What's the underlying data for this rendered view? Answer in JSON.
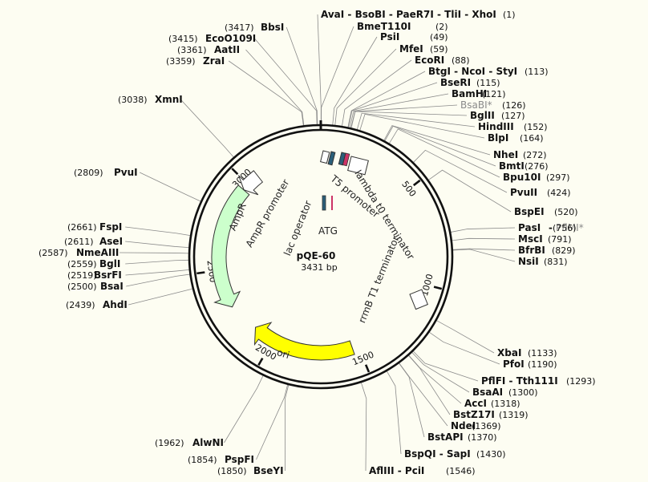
{
  "plasmid": {
    "name": "pQE-60",
    "size_label": "3431 bp",
    "length": 3431
  },
  "ticks": [
    {
      "label": "500",
      "bp": 500
    },
    {
      "label": "1000",
      "bp": 1000
    },
    {
      "label": "1500",
      "bp": 1500
    },
    {
      "label": "2000",
      "bp": 2000
    },
    {
      "label": "2500",
      "bp": 2500
    },
    {
      "label": "3000",
      "bp": 3000
    }
  ],
  "features": [
    {
      "label": "ori",
      "start": 1534,
      "end": 2123,
      "color": "#ffff00",
      "type": "arrow"
    },
    {
      "label": "AmpR",
      "start": 2291,
      "end": 2963,
      "color": "#ccffcc",
      "type": "arrow"
    },
    {
      "label": "AmpR promoter",
      "start": 2964,
      "end": 3069,
      "color": "#ffffff",
      "type": "arrow"
    },
    {
      "label": "T5 promoter",
      "start": 3395,
      "end": 3425,
      "color": "#ffffff",
      "type": "box"
    },
    {
      "label": "lac operator",
      "start": 3426,
      "end": 20,
      "color": "#2a5f7a",
      "type": "box"
    },
    {
      "label": "ATG",
      "start": 45,
      "end": 48,
      "color": "#cc3366",
      "type": "box"
    },
    {
      "label": "lambda t0 terminator",
      "start": 70,
      "end": 160,
      "color": "#ffffff",
      "type": "box"
    },
    {
      "label": "rrmB T1 terminator",
      "start": 1010,
      "end": 1080,
      "color": "#ffffff",
      "type": "box"
    }
  ],
  "sites": [
    {
      "name": "AvaI - BsoBI - PaeR7I - TliI - XhoI",
      "pos": "(1)",
      "bp": 1,
      "side": "right"
    },
    {
      "name": "BmeT110I",
      "pos": "(2)",
      "bp": 2,
      "side": "right"
    },
    {
      "name": "PsiI",
      "pos": "(49)",
      "bp": 49,
      "side": "right"
    },
    {
      "name": "MfeI",
      "pos": "(59)",
      "bp": 59,
      "side": "right"
    },
    {
      "name": "EcoRI",
      "pos": "(88)",
      "bp": 88,
      "side": "right"
    },
    {
      "name": "BtgI - NcoI - StyI",
      "pos": "(113)",
      "bp": 113,
      "side": "right"
    },
    {
      "name": "BseRI",
      "pos": "(115)",
      "bp": 115,
      "side": "right"
    },
    {
      "name": "BamHI",
      "pos": "(121)",
      "bp": 121,
      "side": "right"
    },
    {
      "name": "BsaBI*",
      "pos": "(126)",
      "bp": 126,
      "side": "right",
      "dim": true
    },
    {
      "name": "BglII",
      "pos": "(127)",
      "bp": 127,
      "side": "right"
    },
    {
      "name": "HindIII",
      "pos": "(152)",
      "bp": 152,
      "side": "right"
    },
    {
      "name": "BlpI",
      "pos": "(164)",
      "bp": 164,
      "side": "right"
    },
    {
      "name": "NheI",
      "pos": "(272)",
      "bp": 272,
      "side": "right"
    },
    {
      "name": "BmtI",
      "pos": "(276)",
      "bp": 276,
      "side": "right"
    },
    {
      "name": "Bpu10I",
      "pos": "(297)",
      "bp": 297,
      "side": "right"
    },
    {
      "name": "PvuII",
      "pos": "(424)",
      "bp": 424,
      "side": "right"
    },
    {
      "name": "BspEI",
      "pos": "(520)",
      "bp": 520,
      "side": "right"
    },
    {
      "name": "PasI",
      "name2": "PflMI*",
      "pos": "(756)",
      "bp": 756,
      "side": "right"
    },
    {
      "name": "MscI",
      "pos": "(791)",
      "bp": 791,
      "side": "right"
    },
    {
      "name": "BfrBI",
      "pos": "(829)",
      "bp": 829,
      "side": "right"
    },
    {
      "name": "NsiI",
      "pos": "(831)",
      "bp": 831,
      "side": "right"
    },
    {
      "name": "XbaI",
      "pos": "(1133)",
      "bp": 1133,
      "side": "right"
    },
    {
      "name": "PfoI",
      "pos": "(1190)",
      "bp": 1190,
      "side": "right"
    },
    {
      "name": "PflFI - Tth111I",
      "pos": "(1293)",
      "bp": 1293,
      "side": "right"
    },
    {
      "name": "BsaAI",
      "pos": "(1300)",
      "bp": 1300,
      "side": "right"
    },
    {
      "name": "AccI",
      "pos": "(1318)",
      "bp": 1318,
      "side": "right"
    },
    {
      "name": "BstZ17I",
      "pos": "(1319)",
      "bp": 1319,
      "side": "right"
    },
    {
      "name": "NdeI",
      "pos": "(1369)",
      "bp": 1369,
      "side": "right"
    },
    {
      "name": "BstAPI",
      "pos": "(1370)",
      "bp": 1370,
      "side": "right"
    },
    {
      "name": "BspQI - SapI",
      "pos": "(1430)",
      "bp": 1430,
      "side": "right"
    },
    {
      "name": "AflIII - PciI",
      "pos": "(1546)",
      "bp": 1546,
      "side": "right"
    },
    {
      "name": "BseYI",
      "pos": "(1850)",
      "bp": 1850,
      "side": "left"
    },
    {
      "name": "PspFI",
      "pos": "(1854)",
      "bp": 1854,
      "side": "left"
    },
    {
      "name": "AlwNI",
      "pos": "(1962)",
      "bp": 1962,
      "side": "left"
    },
    {
      "name": "AhdI",
      "pos": "(2439)",
      "bp": 2439,
      "side": "left"
    },
    {
      "name": "BsaI",
      "pos": "(2500)",
      "bp": 2500,
      "side": "left"
    },
    {
      "name": "BsrFI",
      "pos": "(2519)",
      "bp": 2519,
      "side": "left"
    },
    {
      "name": "BglI",
      "pos": "(2559)",
      "bp": 2559,
      "side": "left"
    },
    {
      "name": "NmeAIII",
      "pos": "(2587)",
      "bp": 2587,
      "side": "left"
    },
    {
      "name": "AseI",
      "pos": "(2611)",
      "bp": 2611,
      "side": "left"
    },
    {
      "name": "FspI",
      "pos": "(2661)",
      "bp": 2661,
      "side": "left"
    },
    {
      "name": "PvuI",
      "pos": "(2809)",
      "bp": 2809,
      "side": "left"
    },
    {
      "name": "XmnI",
      "pos": "(3038)",
      "bp": 3038,
      "side": "left"
    },
    {
      "name": "ZraI",
      "pos": "(3359)",
      "bp": 3359,
      "side": "left"
    },
    {
      "name": "AatII",
      "pos": "(3361)",
      "bp": 3361,
      "side": "left"
    },
    {
      "name": "EcoO109I",
      "pos": "(3415)",
      "bp": 3415,
      "side": "left"
    },
    {
      "name": "BbsI",
      "pos": "(3417)",
      "bp": 3417,
      "side": "left"
    }
  ]
}
